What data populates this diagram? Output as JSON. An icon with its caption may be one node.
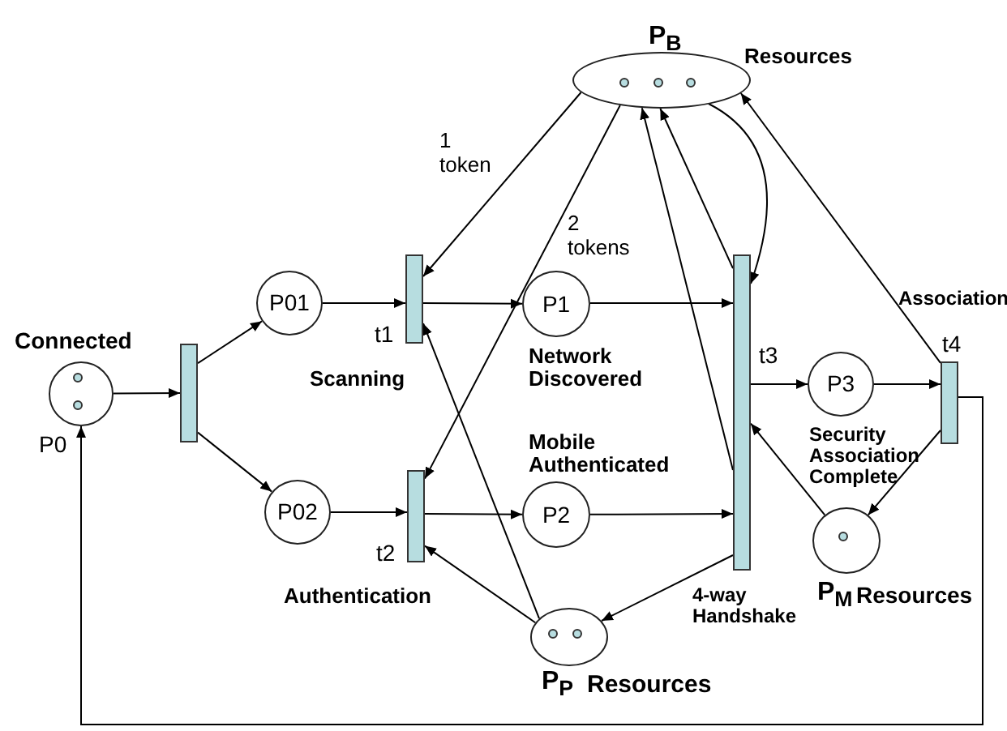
{
  "diagram": {
    "nodes": [
      {
        "text": [
          "P0"
        ],
        "beside": [
          "Connected"
        ]
      },
      {
        "text": [],
        "shape": "bar"
      },
      {
        "text": [
          "P01"
        ]
      },
      {
        "text": [
          "P02"
        ]
      },
      {
        "text": [
          "t1"
        ],
        "beside": [
          "Scanning"
        ]
      },
      {
        "text": [
          "t2"
        ],
        "beside": [
          "Authentication"
        ]
      },
      {
        "text": [
          "P1"
        ],
        "beside": [
          "Network Discovered"
        ]
      },
      {
        "text": [
          "P2"
        ],
        "beside": [
          "Mobile Authenticated"
        ]
      },
      {
        "text": [
          "t3"
        ],
        "beside": [
          "4-way Handshake"
        ]
      },
      {
        "text": [
          "P3"
        ],
        "beside": [
          "Security Association Complete"
        ]
      },
      {
        "text": [
          "t4"
        ],
        "beside": [
          "Association"
        ]
      },
      {
        "text": [
          "P$_{B}$"
        ],
        "beside": [
          "Resources"
        ]
      },
      {
        "text": [
          "P$_{P}$"
        ],
        "beside": [
          "Resources"
        ]
      },
      {
        "text": [
          "P$_{M}$"
        ],
        "beside": [
          "Resources"
        ]
      }
    ],
    "edges": [
      {
        "from": 0,
        "to": 1,
        "arrow": "to"
      },
      {
        "from": 1,
        "to": 2,
        "arrow": "to"
      },
      {
        "from": 1,
        "to": 3,
        "arrow": "to"
      },
      {
        "from": 2,
        "to": 4,
        "arrow": "to"
      },
      {
        "from": 3,
        "to": 5,
        "arrow": "to"
      },
      {
        "from": 4,
        "to": 6,
        "arrow": "to"
      },
      {
        "from": 5,
        "to": 7,
        "arrow": "to"
      },
      {
        "from": 6,
        "to": 8,
        "arrow": "to"
      },
      {
        "from": 7,
        "to": 8,
        "arrow": "to"
      },
      {
        "from": 8,
        "to": 9,
        "arrow": "to"
      },
      {
        "from": 9,
        "to": 10,
        "arrow": "to"
      },
      {
        "from": 11,
        "to": 4,
        "arrow": "to",
        "label": "1 token"
      },
      {
        "from": 11,
        "to": 5,
        "arrow": "to",
        "label": "2 tokens"
      },
      {
        "from": 12,
        "to": 4,
        "arrow": "to"
      },
      {
        "from": 12,
        "to": 5,
        "arrow": "to"
      },
      {
        "from": 8,
        "to": 12,
        "arrow": "to"
      },
      {
        "from": 8,
        "to": 11,
        "arrow": "to"
      },
      {
        "from": 8,
        "to": 11,
        "arrow": "to"
      },
      {
        "from": 11,
        "to": 8,
        "arrow": "to"
      },
      {
        "from": 10,
        "to": 11,
        "arrow": "to"
      },
      {
        "from": 10,
        "to": 13,
        "arrow": "to"
      },
      {
        "from": 13,
        "to": 8,
        "arrow": "to"
      },
      {
        "from": 10,
        "to": 0,
        "arrow": "to"
      }
    ]
  }
}
